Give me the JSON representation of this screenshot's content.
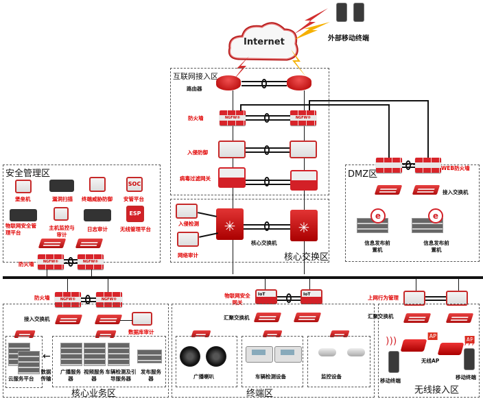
{
  "internet": {
    "label": "Internet"
  },
  "external_mobile": {
    "label": "外部移动终端"
  },
  "zones": {
    "internet_access": {
      "title": "互联网接入区",
      "router": "路由器",
      "firewall": "防火墙",
      "ips": "入侵防御",
      "av_gateway": "病毒过滤网关",
      "ngfw_text": "NGFW®"
    },
    "security_mgmt": {
      "title": "安全管理区",
      "items": [
        "堡垒机",
        "漏洞扫描",
        "终端威胁防御",
        "安管平台",
        "物联网安全管理平台",
        "主机监控与审计",
        "日志审计",
        "无线管理平台"
      ],
      "soc": "SOC",
      "esp": "ESP",
      "firewall": "防火墙"
    },
    "core_switch": {
      "title": "核心交换区",
      "switch": "核心交换机",
      "ids": "入侵检测",
      "net_audit": "网络审计"
    },
    "dmz": {
      "title": "DMZ区",
      "web_fw": "WEB防火墙",
      "access_switch": "接入交换机",
      "info_server_1": "信息发布前置机",
      "info_server_2": "信息发布前置机"
    },
    "core_business": {
      "title": "核心业务区",
      "firewall": "防火墙",
      "access_switch": "接入交换机",
      "db_audit": "数据库审计",
      "cloud": "云服务平台",
      "data_transfer": "数据传输",
      "servers": [
        "广播服务器",
        "视频服务器",
        "车辆检测及引导服务器",
        "发布服务器"
      ]
    },
    "terminal": {
      "title": "终端区",
      "iot_gw": "物联网安全网关",
      "iot_text": "IoT",
      "agg_switch": "汇聚交换机",
      "groups": [
        "广播喇叭",
        "车辆检测设备",
        "监控设备"
      ]
    },
    "wireless": {
      "title": "无线接入区",
      "behavior_mgmt": "上网行为管理",
      "agg_switch": "汇聚交换机",
      "ap": "无线AP",
      "mobile_left": "移动终端",
      "mobile_right": "移动终端"
    }
  },
  "colors": {
    "accent": "#d32027",
    "label_red": "#e00000",
    "line": "#111111"
  }
}
